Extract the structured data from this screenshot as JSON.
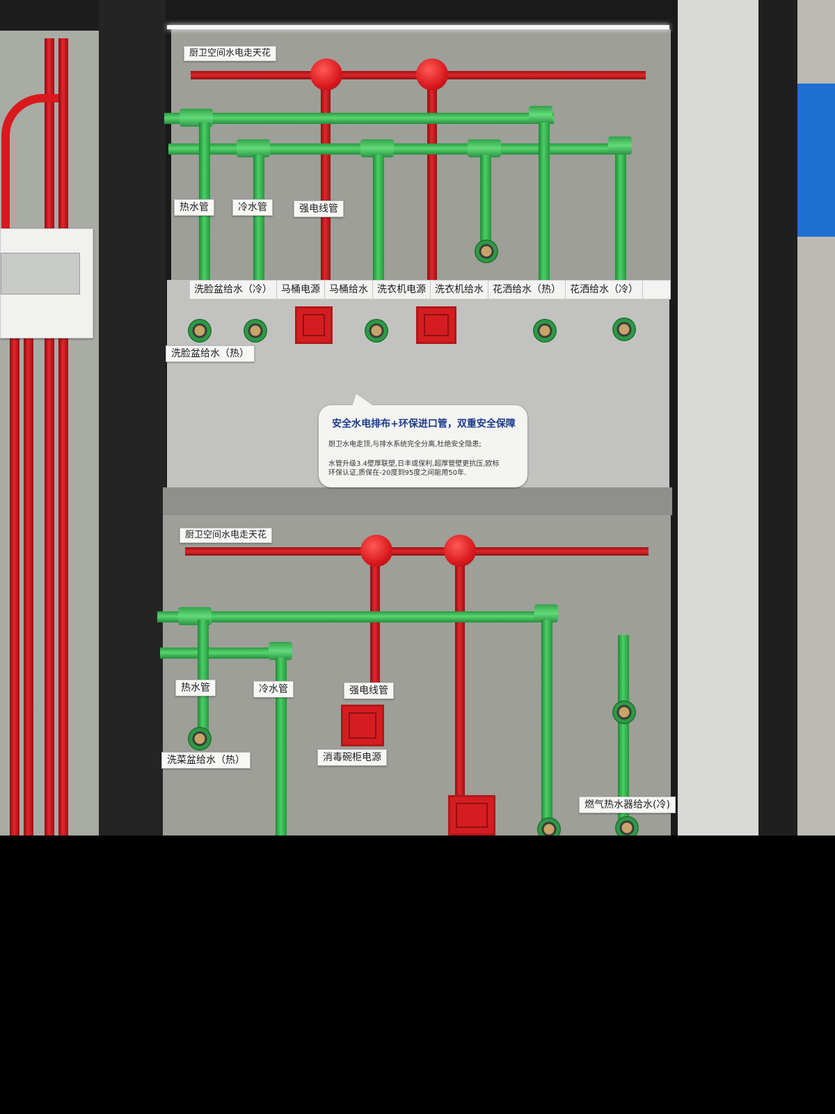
{
  "top_panel": {
    "header": "厨卫空间水电走天花",
    "labels": {
      "hot_pipe": "热水管",
      "cold_pipe": "冷水管",
      "power_conduit": "强电线管",
      "basin_hot": "洗脸盆给水（热）"
    },
    "strip": [
      "洗脸盆给水（冷）",
      "马桶电源",
      "马桶给水",
      "洗衣机电源",
      "洗衣机给水",
      "花洒给水（热）",
      "花洒给水（冷）"
    ]
  },
  "info_bubble": {
    "title": "安全水电排布+环保进口管，双重安全保障",
    "line1": "厨卫水电走顶,与排水系统完全分离,杜绝安全隐患;",
    "line2": "水管升级3.4壁厚联塑,日丰或保利,超厚管壁更抗压,欧标",
    "line3": "环保认证,质保在-20度到95度之间能用50年."
  },
  "bottom_panel": {
    "header": "厨卫空间水电走天花",
    "labels": {
      "hot_pipe": "热水管",
      "cold_pipe": "冷水管",
      "power_conduit": "强电线管",
      "sink_hot": "洗菜盆给水（热）",
      "disinfect_power": "消毒碗柜电源",
      "gas_heater_cold": "燃气热水器给水(冷)"
    }
  },
  "colors": {
    "hot_pipe": "#e2262b",
    "cold_pipe": "#4ccf66",
    "bubble_title": "#1b3a8c"
  }
}
